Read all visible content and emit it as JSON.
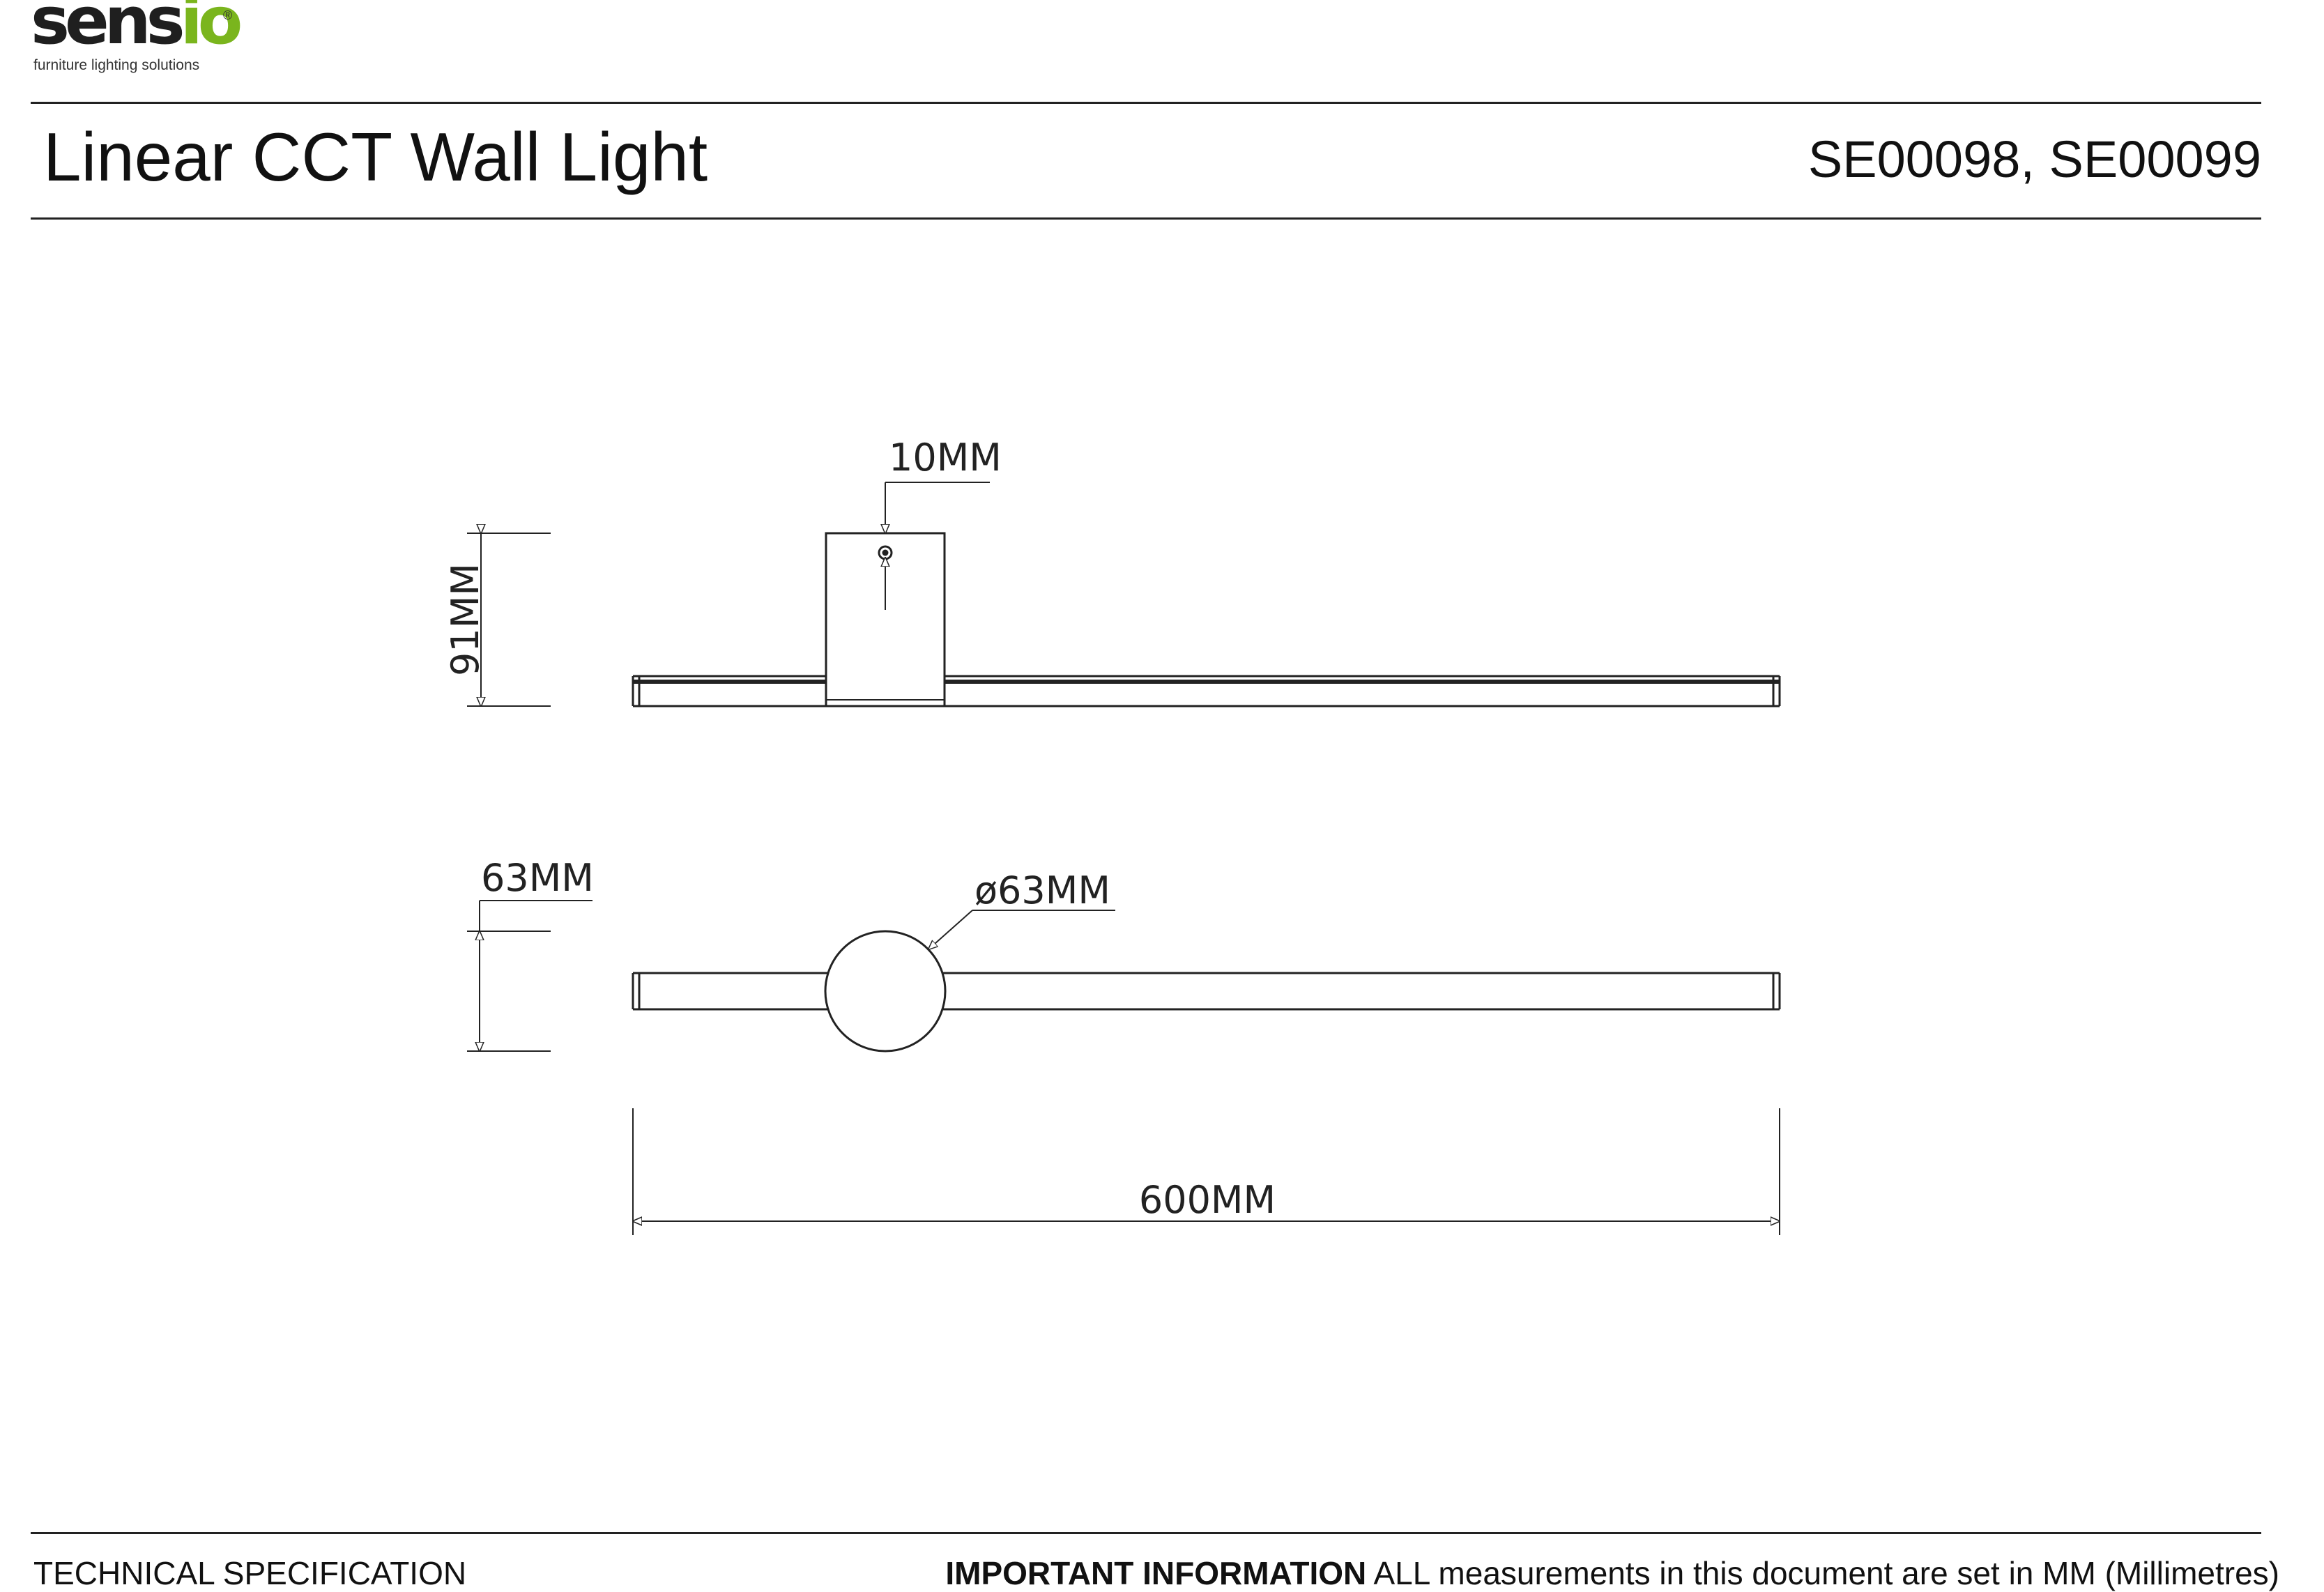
{
  "brand": {
    "name_main": "sens",
    "name_accent": "io",
    "registered": "®",
    "tagline": "furniture lighting solutions"
  },
  "header": {
    "title": "Linear CCT Wall Light",
    "product_codes": "SE00098, SE00099"
  },
  "drawing": {
    "side_view": {
      "height_label": "91MM",
      "mount_label": "10MM"
    },
    "top_view": {
      "depth_label": "63MM",
      "diameter_label": "ø63MM",
      "length_label": "600MM"
    }
  },
  "footer": {
    "left": "TECHNICAL SPECIFICATION",
    "right_bold": "IMPORTANT INFORMATION",
    "right_text": " ALL measurements in this document are set in MM (Millimetres)"
  }
}
